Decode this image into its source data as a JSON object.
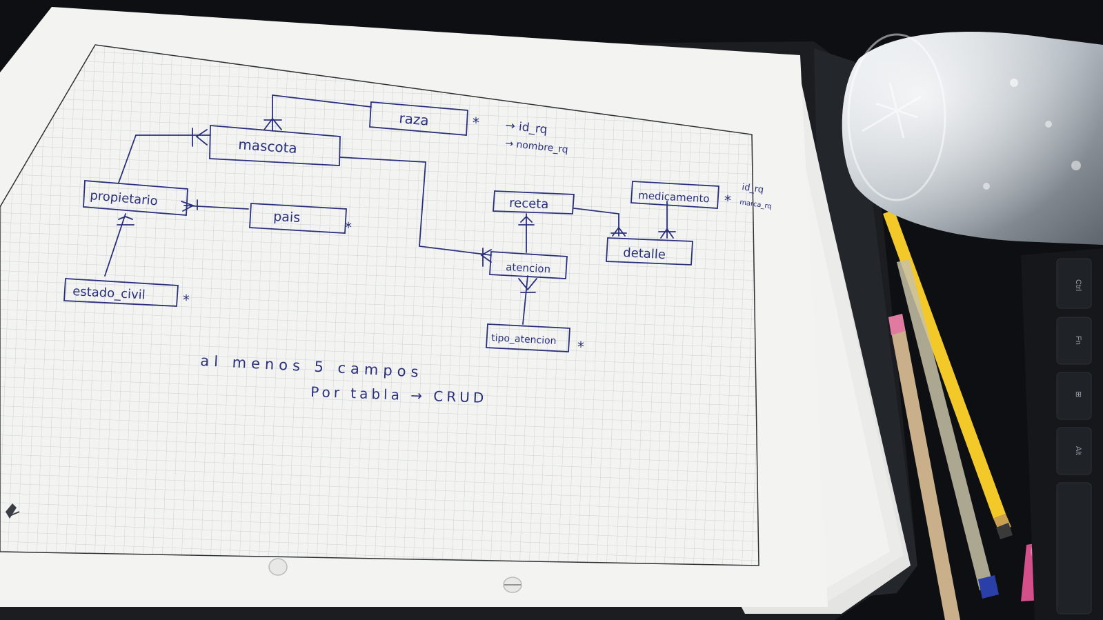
{
  "diagram": {
    "entities": [
      {
        "id": "raza",
        "label": "raza",
        "marker": "*"
      },
      {
        "id": "mascota",
        "label": "mascota",
        "marker": ""
      },
      {
        "id": "propietario",
        "label": "propietario",
        "marker": ""
      },
      {
        "id": "pais",
        "label": "pais",
        "marker": "*"
      },
      {
        "id": "estado_civil",
        "label": "estado_civil",
        "marker": "*"
      },
      {
        "id": "receta",
        "label": "receta",
        "marker": ""
      },
      {
        "id": "medicamento",
        "label": "medicamento",
        "marker": "*"
      },
      {
        "id": "detalle",
        "label": "detalle",
        "marker": ""
      },
      {
        "id": "atencion",
        "label": "atencion",
        "marker": ""
      },
      {
        "id": "tipo_atencion",
        "label": "tipo_atencion",
        "marker": "*"
      }
    ],
    "raza_fields": [
      "→ id_rq",
      "→ nombre_rq"
    ],
    "medicamento_fields": [
      "id_rq",
      "marca_rq"
    ],
    "note_line1": "al menos 5 campos",
    "note_line2": "Por tabla → CRUD"
  },
  "keyboard": {
    "keys": [
      "Ctrl",
      "Fn",
      "⊞",
      "Alt"
    ]
  },
  "colors": {
    "ink": "#2a2f7a",
    "paper": "#f1f2f0",
    "grid": "#cfd3d6",
    "desk": "#0d0f12"
  }
}
